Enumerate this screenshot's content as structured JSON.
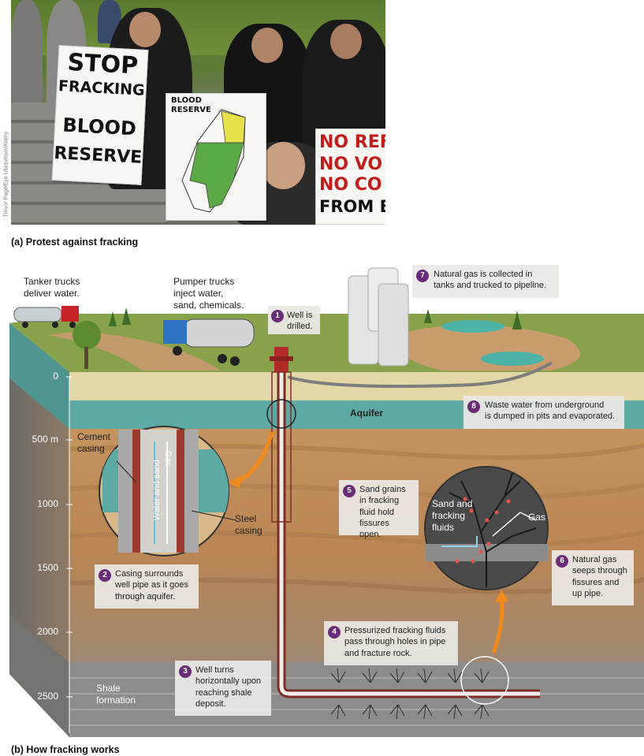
{
  "photo": {
    "credit": "Trevor Page/Eye Ubiquitous/Alamy",
    "sign1": [
      "STOP",
      "FRACKING",
      "BLOOD",
      "RESERVE"
    ],
    "sign2_title": [
      "BLOOD",
      "RESERVE"
    ],
    "sign3": [
      "NO REF",
      "NO VO",
      "NO CO",
      "FROM B.T."
    ]
  },
  "caption_a": "(a) Protest against fracking",
  "caption_b": "(b) How fracking works",
  "labels": {
    "tanker": [
      "Tanker trucks",
      "deliver water."
    ],
    "pumper": [
      "Pumper trucks",
      "inject water,",
      "sand, chemicals."
    ],
    "aquifer": "Aquifer",
    "cement_casing": [
      "Cement",
      "casing"
    ],
    "steel_casing": [
      "Steel",
      "casing"
    ],
    "water_and_sand": "Water and sand",
    "gas_pipe": "Gas",
    "sand_fracking": [
      "Sand and",
      "fracking",
      "fluids"
    ],
    "gas_fissure": "Gas",
    "shale": [
      "Shale",
      "formation"
    ]
  },
  "depth_axis": [
    "0",
    "500 m",
    "1000",
    "1500",
    "2000",
    "2500"
  ],
  "steps": [
    {
      "n": "1",
      "text": [
        "Well is",
        "drilled."
      ]
    },
    {
      "n": "2",
      "text": [
        "Casing surrounds",
        "well pipe as it goes",
        "through aquifer."
      ]
    },
    {
      "n": "3",
      "text": [
        "Well turns",
        "horizontally upon",
        "reaching shale",
        "deposit."
      ]
    },
    {
      "n": "4",
      "text": [
        "Pressurized fracking fluids",
        "pass through holes in pipe",
        "and fracture rock."
      ]
    },
    {
      "n": "5",
      "text": [
        "Sand grains",
        "in fracking",
        "fluid hold",
        "fissures open."
      ]
    },
    {
      "n": "6",
      "text": [
        "Natural gas",
        "seeps through",
        "fissures and",
        "up pipe."
      ]
    },
    {
      "n": "7",
      "text": [
        "Natural gas is collected in",
        "tanks and trucked to pipeline."
      ]
    },
    {
      "n": "8",
      "text": [
        "Waste water from underground",
        "is dumped in pits and evaporated."
      ]
    }
  ]
}
